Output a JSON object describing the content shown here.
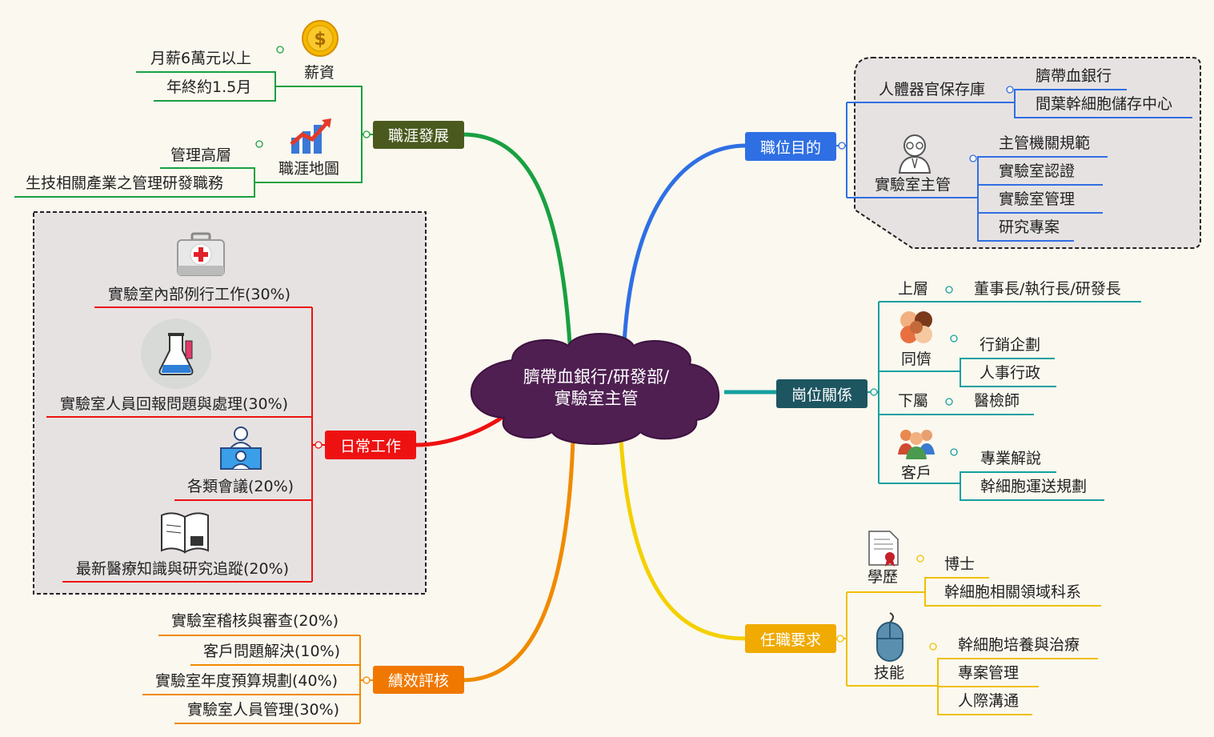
{
  "center": {
    "line1": "臍帶血銀行/研發部/",
    "line2": "實驗室主管"
  },
  "career": {
    "label": "職涯發展",
    "salary": {
      "label": "薪資",
      "items": [
        "月薪6萬元以上",
        "年終約1.5月"
      ]
    },
    "map": {
      "label": "職涯地圖",
      "items": [
        "管理高層",
        "生技相關產業之管理研發職務"
      ]
    }
  },
  "daily": {
    "label": "日常工作",
    "items": [
      "實驗室內部例行工作(30%)",
      "實驗室人員回報問題與處理(30%)",
      "各類會議(20%)",
      "最新醫療知識與研究追蹤(20%)"
    ]
  },
  "review": {
    "label": "績效評核",
    "items": [
      "實驗室稽核與審查(20%)",
      "客戶問題解決(10%)",
      "實驗室年度預算規劃(40%)",
      "實驗室人員管理(30%)"
    ]
  },
  "purpose": {
    "label": "職位目的",
    "organ": {
      "label": "人體器官保存庫",
      "items": [
        "臍帶血銀行",
        "間葉幹細胞儲存中心"
      ]
    },
    "manager": {
      "label": "實驗室主管",
      "items": [
        "主管機關規範",
        "實驗室認證",
        "實驗室管理",
        "研究專案"
      ]
    }
  },
  "relations": {
    "label": "崗位關係",
    "upper": {
      "label": "上層",
      "items": [
        "董事長/執行長/研發長"
      ]
    },
    "peer": {
      "label": "同儕",
      "items": [
        "行銷企劃",
        "人事行政"
      ]
    },
    "lower": {
      "label": "下屬",
      "items": [
        "醫檢師"
      ]
    },
    "client": {
      "label": "客戶",
      "items": [
        "專業解說",
        "幹細胞運送規劃"
      ]
    }
  },
  "requirements": {
    "label": "任職要求",
    "education": {
      "label": "學歷",
      "items": [
        "博士",
        "幹細胞相關領域科系"
      ]
    },
    "skills": {
      "label": "技能",
      "items": [
        "幹細胞培養與治療",
        "專案管理",
        "人際溝通"
      ]
    }
  },
  "colors": {
    "career": "#4a5a1e",
    "daily": "#ee1111",
    "review": "#f07800",
    "purpose": "#2f6fe4",
    "relations": "#1d5560",
    "requirements": "#f0aa00",
    "center": "#4f1f52"
  }
}
